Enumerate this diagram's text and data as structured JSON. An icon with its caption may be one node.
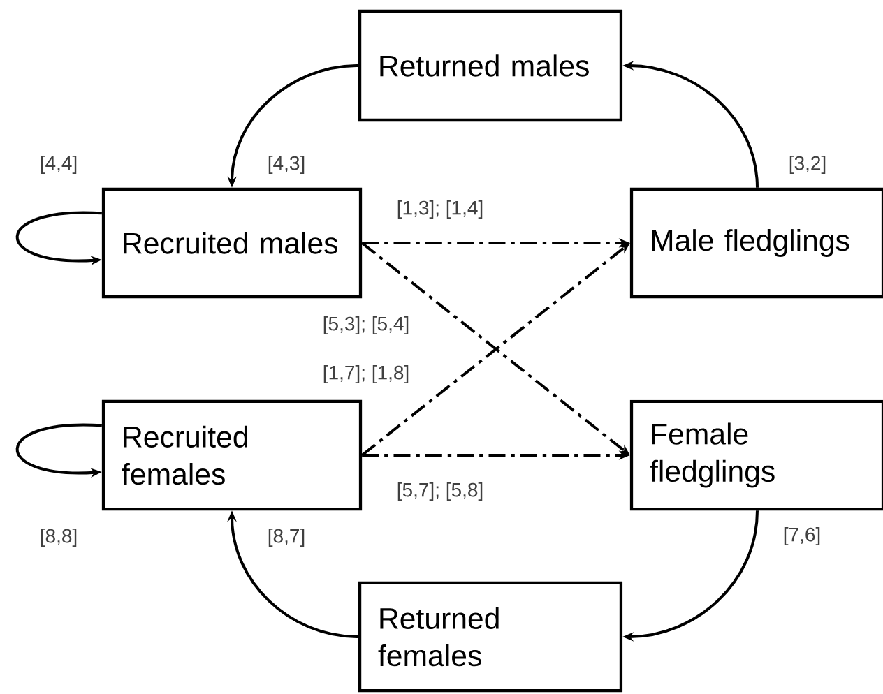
{
  "diagram": {
    "nodes": [
      {
        "text": [
          "Returned males"
        ]
      },
      {
        "text": [
          "Recruited males"
        ]
      },
      {
        "text": [
          "Male fledglings"
        ]
      },
      {
        "text": [
          "Recruited females"
        ]
      },
      {
        "text": [
          "Female fledglings"
        ]
      },
      {
        "text": [
          "Returned females"
        ]
      }
    ],
    "edges": [
      {
        "from": 2,
        "to": 0,
        "arrow": "to",
        "label": "[3,2]"
      },
      {
        "from": 0,
        "to": 1,
        "arrow": "to",
        "label": "[4,3]"
      },
      {
        "from": 1,
        "to": 1,
        "arrow": "to",
        "label": "[4,4]"
      },
      {
        "from": 1,
        "to": 2,
        "arrow": "to",
        "style": "dashed",
        "label": "[1,3]; [1,4]"
      },
      {
        "from": 1,
        "to": 4,
        "arrow": "to",
        "style": "dashed",
        "label": "[5,3]; [5,4]"
      },
      {
        "from": 3,
        "to": 2,
        "arrow": "to",
        "style": "dashed",
        "label": "[1,7]; [1,8]"
      },
      {
        "from": 3,
        "to": 4,
        "arrow": "to",
        "style": "dashed",
        "label": "[5,7]; [5,8]"
      },
      {
        "from": 4,
        "to": 5,
        "arrow": "to",
        "label": "[7,6]"
      },
      {
        "from": 5,
        "to": 3,
        "arrow": "to",
        "label": "[8,7]"
      },
      {
        "from": 3,
        "to": 3,
        "arrow": "to",
        "label": "[8,8]"
      }
    ]
  }
}
